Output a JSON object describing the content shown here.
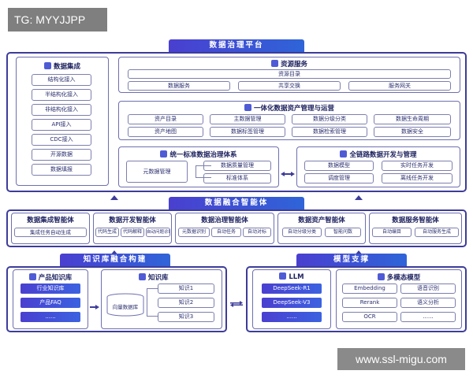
{
  "watermark_top": "TG: MYYJJPP",
  "watermark_bottom": "www.ssl-migu.com",
  "platform": {
    "title": "数据治理平台",
    "integration": {
      "title": "数据集成",
      "items": [
        "结构化接入",
        "半结构化接入",
        "非结构化接入",
        "API接入",
        "CDC接入",
        "开源数据",
        "数据填报"
      ]
    },
    "resource": {
      "title": "资源服务",
      "catalog": "资源目录",
      "items": [
        "数据服务",
        "共享交换",
        "服务网关"
      ]
    },
    "ops": {
      "title": "一体化数据资产管理与运营",
      "row1": [
        "资产目录",
        "主数据管理",
        "数据分级分类",
        "数据生命周期"
      ],
      "row2": [
        "资产地图",
        "数据标签管理",
        "数据检索管理",
        "数据安全"
      ]
    },
    "standard": {
      "title": "统一标准数据治理体系",
      "meta": "元数据管理",
      "items": [
        "数据质量管理",
        "标准体系"
      ]
    },
    "dev": {
      "title": "全链路数据开发与管理",
      "items": [
        "数据模型",
        "实时任务开发",
        "调度管理",
        "离线任务开发"
      ]
    }
  },
  "agents": {
    "title": "数据融合智能体",
    "groups": [
      {
        "title": "数据集成智能体",
        "items": [
          "集成任务自动生成"
        ]
      },
      {
        "title": "数据开发智能体",
        "items": [
          "代码生成",
          "代码解释",
          "自动问题诊断"
        ]
      },
      {
        "title": "数据治理智能体",
        "items": [
          "元数据识别",
          "自动任务",
          "自动对标"
        ]
      },
      {
        "title": "数据资产智能体",
        "items": [
          "自动分级分类",
          "智能问数"
        ]
      },
      {
        "title": "数据服务智能体",
        "items": [
          "自动编目",
          "自动服务生成"
        ]
      }
    ]
  },
  "knowledge": {
    "title": "知识库融合构建",
    "product": {
      "title": "产品知识库",
      "items": [
        "行业知识库",
        "产品FAQ",
        "......"
      ]
    },
    "kb": {
      "title": "知识库",
      "vector": "向量数据库",
      "items": [
        "知识1",
        "知识2",
        "知识3"
      ]
    }
  },
  "model": {
    "title": "模型支撑",
    "llm": {
      "title": "LLM",
      "items": [
        "DeepSeek-R1",
        "DeepSeek-V3",
        "......"
      ]
    },
    "multi": {
      "title": "多模态模型",
      "items": [
        "Embedding",
        "语音识别",
        "Rerank",
        "语义分析",
        "OCR",
        "......"
      ]
    }
  }
}
